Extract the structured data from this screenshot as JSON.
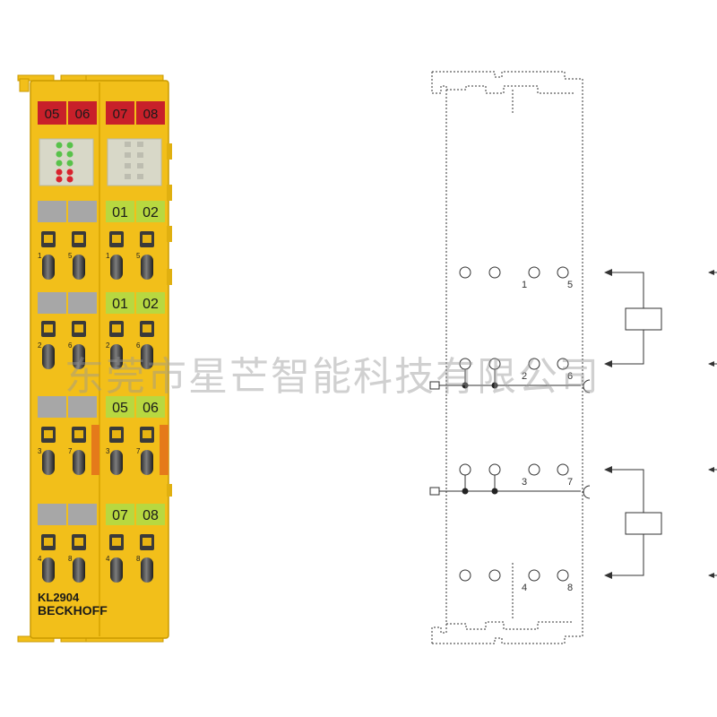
{
  "module": {
    "model": "KL2904",
    "brand": "BECKHOFF",
    "top_channel_labels": [
      "05",
      "06",
      "07",
      "08"
    ],
    "window_labels": [
      "01",
      "02",
      "01",
      "02",
      "05",
      "06",
      "07",
      "08"
    ],
    "terminal_labels": [
      "1",
      "5",
      "1",
      "5",
      "2",
      "6",
      "2",
      "6",
      "3",
      "7",
      "3",
      "7",
      "4",
      "8",
      "4",
      "8"
    ]
  },
  "wiring": {
    "terminal_numbers": [
      "1",
      "5",
      "2",
      "6",
      "3",
      "7",
      "4",
      "8"
    ]
  },
  "watermark": "东莞市星芒智能科技有限公司",
  "colors": {
    "housing": "#f2bf1a",
    "housing_dark": "#c99a00",
    "red_label": "#c8202a",
    "green_label": "#b8d840",
    "grey_label": "#a7a7a7",
    "led_green": "#58c24a",
    "led_red": "#d9232e",
    "orange_marker": "#e57a1a",
    "diagram_line": "#333333"
  }
}
